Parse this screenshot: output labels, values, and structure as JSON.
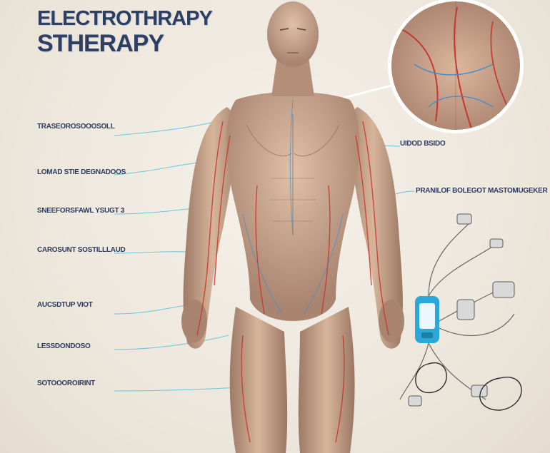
{
  "title": {
    "line1": "ELECTROTHRAPY",
    "line2": "STHERAPY"
  },
  "labels": [
    {
      "heading": "",
      "sub": ""
    },
    {
      "heading": "TRASEOROSOOOSOLL",
      "sub": ""
    },
    {
      "heading": "LOMAD STIE DEGNADOOS",
      "sub": ""
    },
    {
      "heading": "SNEEFORSFAWL YSUGT 3",
      "sub": ""
    },
    {
      "heading": "CAROSUNT SOSTILLLAUD",
      "sub": ""
    },
    {
      "heading": "AUCSDTUP VIOT",
      "sub": ""
    },
    {
      "heading": "LESSDONDOSO",
      "sub": ""
    },
    {
      "heading": "SOTOOOROIRINT",
      "sub": ""
    },
    {
      "heading": "UIDOD BSIDO",
      "sub": ""
    },
    {
      "heading": "PRANILOF BOLEGOT MASTOMUGEKER",
      "sub": ""
    }
  ],
  "colors": {
    "title": "#2e3f62",
    "background": "#efe9df",
    "skin": "#c9a285",
    "vein": "#c8352c",
    "wire": "#5bc1e0",
    "device": "#2aa8d8"
  }
}
